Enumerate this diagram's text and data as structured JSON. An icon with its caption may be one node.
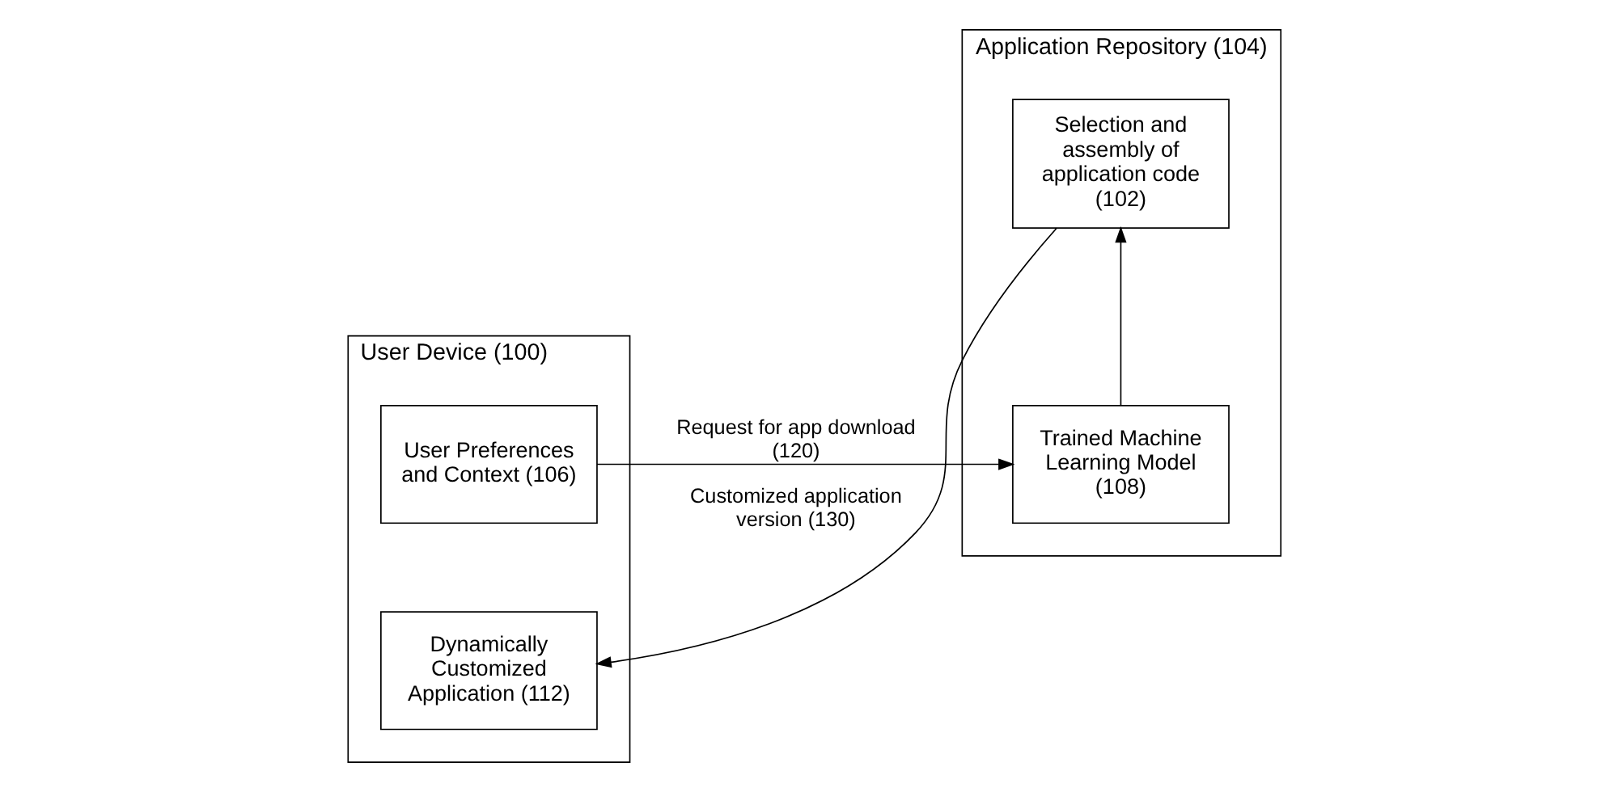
{
  "diagram": {
    "nodes": [
      {
        "text": [
          "User Device (100)"
        ]
      },
      {
        "text": [
          "User Preferences and Context (106)"
        ],
        "in": 0
      },
      {
        "text": [
          "Dynamically Customized Application (112)"
        ],
        "in": 0
      },
      {
        "text": [
          "Application Repository (104)"
        ]
      },
      {
        "text": [
          "Trained Machine Learning Model (108)"
        ],
        "in": 3
      },
      {
        "text": [
          "Selection and assembly of application code (102)"
        ],
        "in": 3
      }
    ],
    "edges": [
      {
        "from": 1,
        "to": 4,
        "arrow": "to",
        "label": "Request for app download (120)"
      },
      {
        "from": 4,
        "to": 5,
        "arrow": "to"
      },
      {
        "from": 5,
        "to": 2,
        "arrow": "to",
        "label": "Customized application version (130)"
      }
    ]
  }
}
